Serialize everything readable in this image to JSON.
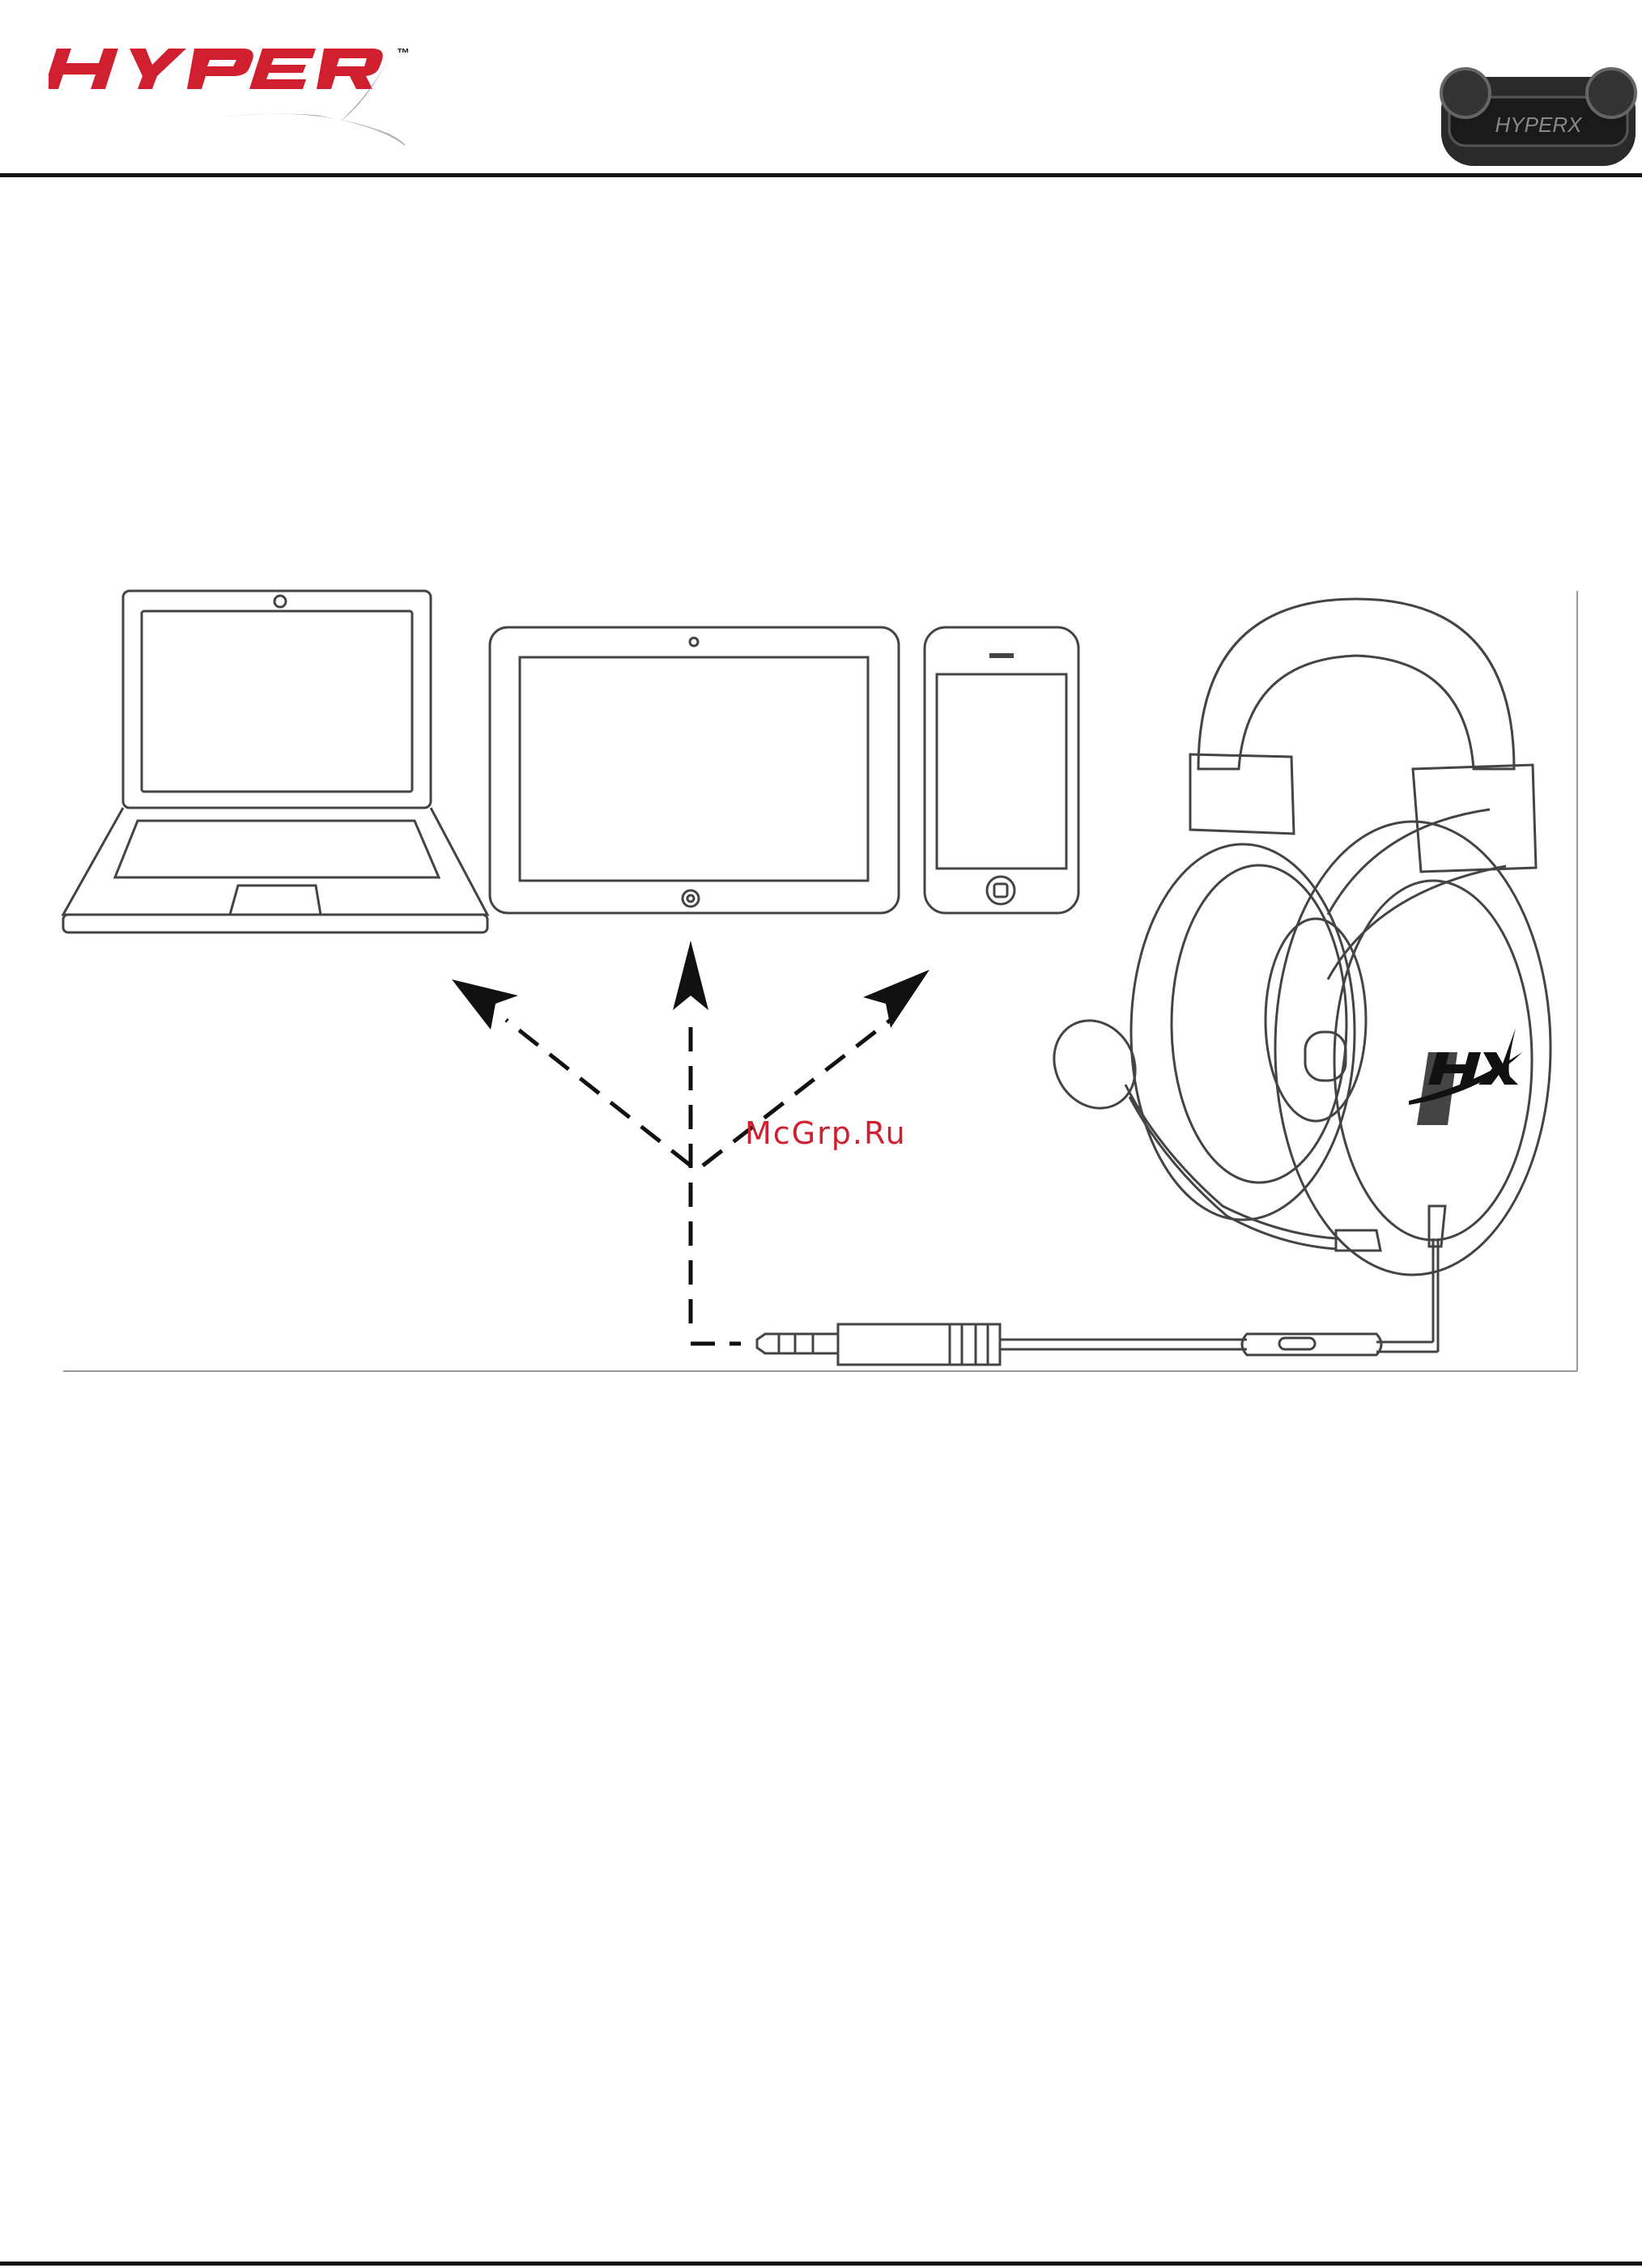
{
  "brand": {
    "logo_text": "HYPERX",
    "trademark": "™",
    "accent": "#d01f2f"
  },
  "figure": {
    "devices": [
      "laptop",
      "tablet",
      "smartphone"
    ],
    "accessory": "headset"
  },
  "watermark": "McGrp.Ru"
}
